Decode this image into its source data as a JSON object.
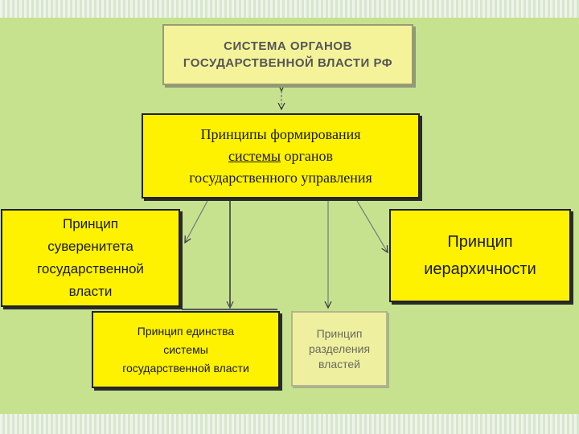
{
  "boxes": {
    "system": {
      "line1": "СИСТЕМА ОРГАНОВ",
      "line2": "ГОСУДАРСТВЕННОЙ ВЛАСТИ РФ"
    },
    "principles": {
      "line1": "Принципы формирования",
      "line2_underlined": "системы",
      "line2_rest": " органов",
      "line3": "государственного управления"
    },
    "sovereignty": {
      "line1": "Принцип",
      "line2": "суверенитета",
      "line3": "государственной",
      "line4": "власти"
    },
    "hierarchy": {
      "line1": "Принцип",
      "line2": "иерархичности"
    },
    "unity": {
      "line1": "Принцип единства",
      "line2": "системы",
      "line3": "государственной власти"
    },
    "separation": {
      "line1": "Принцип",
      "line2": "разделения",
      "line3": "властей"
    }
  },
  "colors": {
    "panel": "#c6e28f",
    "box_fill": "#fff200",
    "box_fill_faded": "#f5f39a",
    "border": "#222222"
  }
}
